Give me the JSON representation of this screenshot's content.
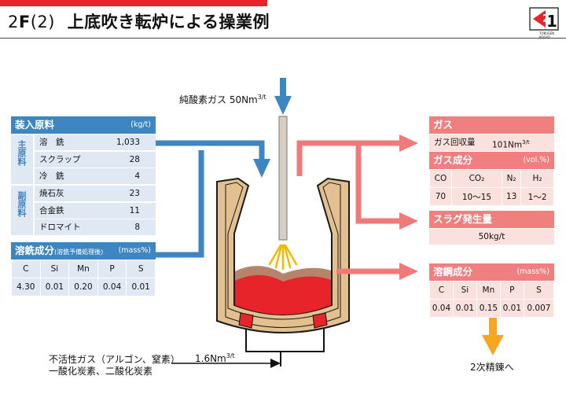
{
  "header": {
    "title_num": "2",
    "title_letter": "F",
    "title_paren": "(2)",
    "title_text": "上底吹き転炉による操業例",
    "logo_caption": "TOKUSEN KOGYO"
  },
  "oxygen": {
    "label": "純酸素ガス 50Nm",
    "unit": "3/t"
  },
  "inert_gas": {
    "line1": "不活性ガス（アルゴン、窒素）",
    "line2": "一酸化炭素、二酸化炭素",
    "flow": "1.6Nm",
    "flow_unit": "3/t"
  },
  "charge": {
    "title": "装入原料",
    "unit": "(kg/t)",
    "main_group": "主原料",
    "sub_group": "副原料",
    "main_items": [
      {
        "name": "溶　銑",
        "value": "1,033"
      },
      {
        "name": "スクラップ",
        "value": "28"
      },
      {
        "name": "冷　銑",
        "value": "4"
      }
    ],
    "sub_items": [
      {
        "name": "焼石灰",
        "value": "23"
      },
      {
        "name": "合金鉄",
        "value": "11"
      },
      {
        "name": "ドロマイト",
        "value": "8"
      }
    ]
  },
  "hot_metal": {
    "title": "溶銑成分",
    "subtitle": "(溶銑予備処理後)",
    "unit": "(mass%)",
    "headers": [
      "C",
      "Si",
      "Mn",
      "P",
      "S"
    ],
    "values": [
      "4.30",
      "0.01",
      "0.20",
      "0.04",
      "0.01"
    ]
  },
  "gas": {
    "title": "ガス",
    "recovery_label": "ガス回収量",
    "recovery_value": "101Nm",
    "recovery_unit": "3/t",
    "comp_title": "ガス成分",
    "comp_unit": "(vol.%)",
    "headers": [
      "CO",
      "CO₂",
      "N₂",
      "H₂"
    ],
    "values": [
      "70",
      "10～15",
      "13",
      "1～2"
    ]
  },
  "slag": {
    "title": "スラグ発生量",
    "value": "50kg/t"
  },
  "steel": {
    "title": "溶鋼成分",
    "unit": "(mass%)",
    "headers": [
      "C",
      "Si",
      "Mn",
      "P",
      "S"
    ],
    "values": [
      "0.04",
      "0.01",
      "0.15",
      "0.01",
      "0.007"
    ]
  },
  "next_step": "2次精錬へ",
  "colors": {
    "accent_red": "#e8242b",
    "blue": "#3e86c1",
    "salmon": "#f08080",
    "orange": "#f5a623",
    "refractory": "#e2c08f",
    "molten": "#e8242b",
    "slag": "#b5846a"
  }
}
